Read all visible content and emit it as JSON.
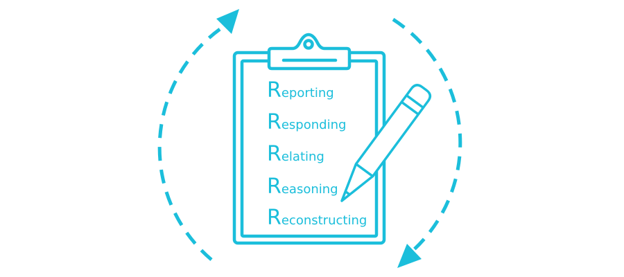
{
  "colors": {
    "accent": "#1BBEDB",
    "background": "#FFFFFF"
  },
  "icons": [
    "clipboard-icon",
    "pencil-icon",
    "cycle-arrows-icon"
  ],
  "checklist": [
    {
      "initial": "R",
      "rest": "eporting"
    },
    {
      "initial": "R",
      "rest": "esponding"
    },
    {
      "initial": "R",
      "rest": "elating"
    },
    {
      "initial": "R",
      "rest": "easoning"
    },
    {
      "initial": "R",
      "rest": "econstructing"
    }
  ]
}
